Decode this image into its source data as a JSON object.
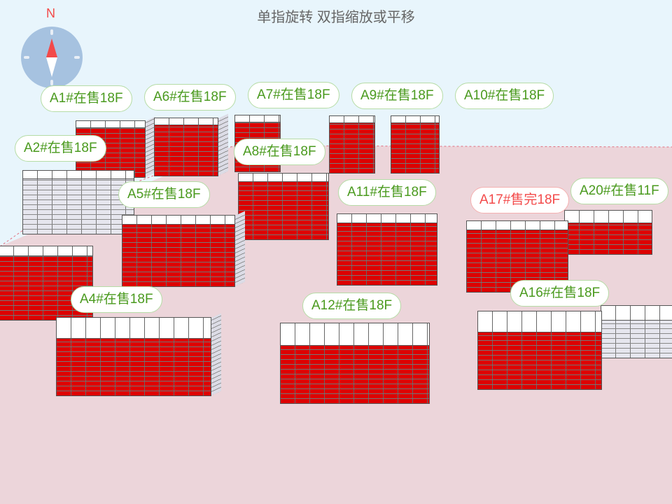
{
  "hint": "单指旋转 双指缩放或平移",
  "compass": {
    "north_label": "N"
  },
  "colors": {
    "available": "#4a9a1e",
    "sold": "#f34a4a",
    "building": "#dd0000",
    "ground": "#ecd5da",
    "sky": "#e8f5fc"
  },
  "labels": [
    {
      "id": "A7",
      "text": "A7#在售18F",
      "status": "在售"
    },
    {
      "id": "A10",
      "text": "A10#在售18F",
      "status": "在售"
    },
    {
      "id": "A1",
      "text": "A1#在售18F",
      "status": "在售"
    },
    {
      "id": "A6",
      "text": "A6#在售18F",
      "status": "在售"
    },
    {
      "id": "A9",
      "text": "A9#在售18F",
      "status": "在售"
    },
    {
      "id": "A2",
      "text": "A2#在售18F",
      "status": "在售"
    },
    {
      "id": "A8",
      "text": "A8#在售18F",
      "status": "在售"
    },
    {
      "id": "A5",
      "text": "A5#在售18F",
      "status": "在售"
    },
    {
      "id": "A11",
      "text": "A11#在售18F",
      "status": "在售"
    },
    {
      "id": "A20",
      "text": "A20#在售11F",
      "status": "在售"
    },
    {
      "id": "A17",
      "text": "A17#售完18F",
      "status": "售完"
    },
    {
      "id": "A4",
      "text": "A4#在售18F",
      "status": "在售"
    },
    {
      "id": "A12",
      "text": "A12#在售18F",
      "status": "在售"
    },
    {
      "id": "A16",
      "text": "A16#在售18F",
      "status": "在售"
    }
  ]
}
